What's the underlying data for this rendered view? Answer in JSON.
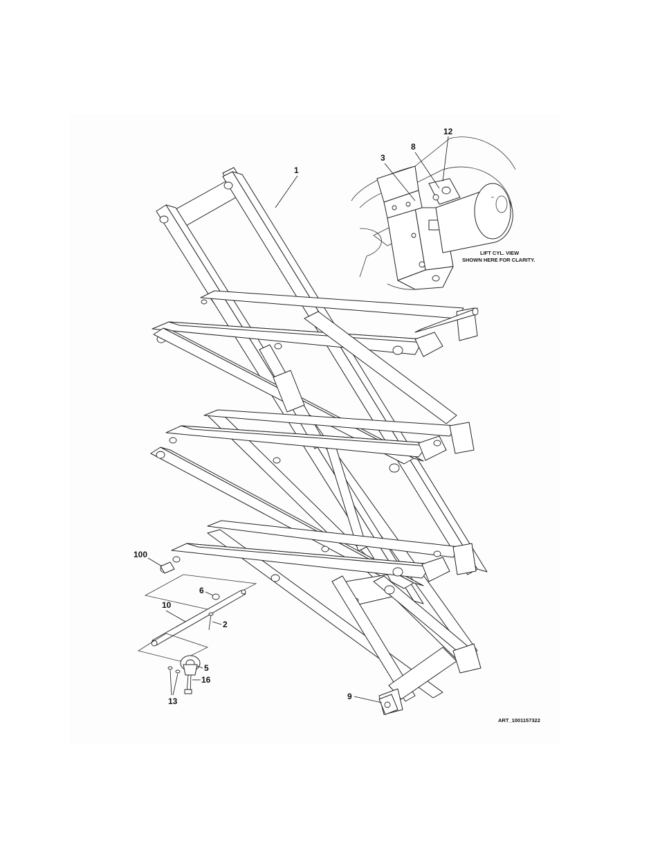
{
  "drawing": {
    "art_number": "ART_1001157322",
    "inset_note_line1": "LIFT CYL. VIEW",
    "inset_note_line2": "SHOWN HERE FOR CLARITY."
  },
  "callouts": {
    "c1": "1",
    "c2": "2",
    "c3": "3",
    "c5": "5",
    "c6": "6",
    "c8": "8",
    "c9": "9",
    "c10": "10",
    "c12": "12",
    "c13": "13",
    "c16": "16",
    "c100": "100"
  }
}
